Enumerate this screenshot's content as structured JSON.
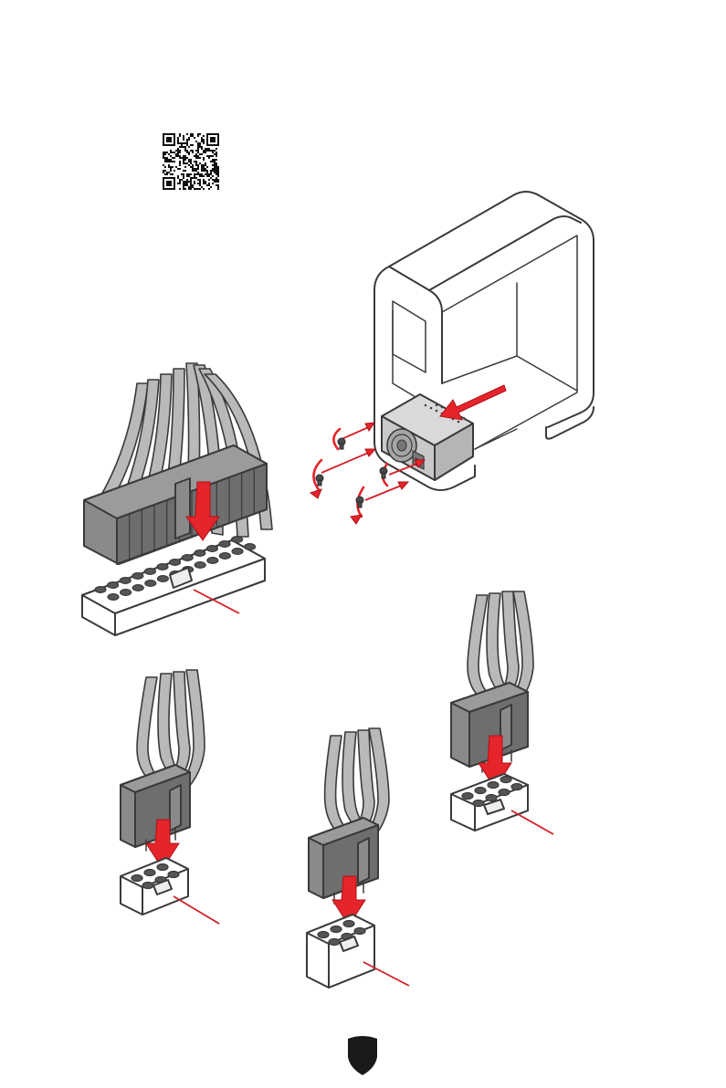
{
  "page": {
    "qr_code_alt": "qr-code",
    "footer_badge": "shield-badge"
  },
  "figures": [
    {
      "id": "psu-install",
      "depicts": "case-with-psu"
    },
    {
      "id": "atx-24pin",
      "depicts": "24-pin-connector"
    },
    {
      "id": "cpu-8pin",
      "depicts": "8-pin-connector"
    },
    {
      "id": "cpu-6pin",
      "depicts": "6-pin-connector"
    },
    {
      "id": "pcie-8pin",
      "depicts": "8-pin-connector-2"
    }
  ],
  "colors": {
    "accent": "#e5242b",
    "outline": "#3a3a3a",
    "plug": "#8a8a8a",
    "badge": "#1a1a1a"
  }
}
